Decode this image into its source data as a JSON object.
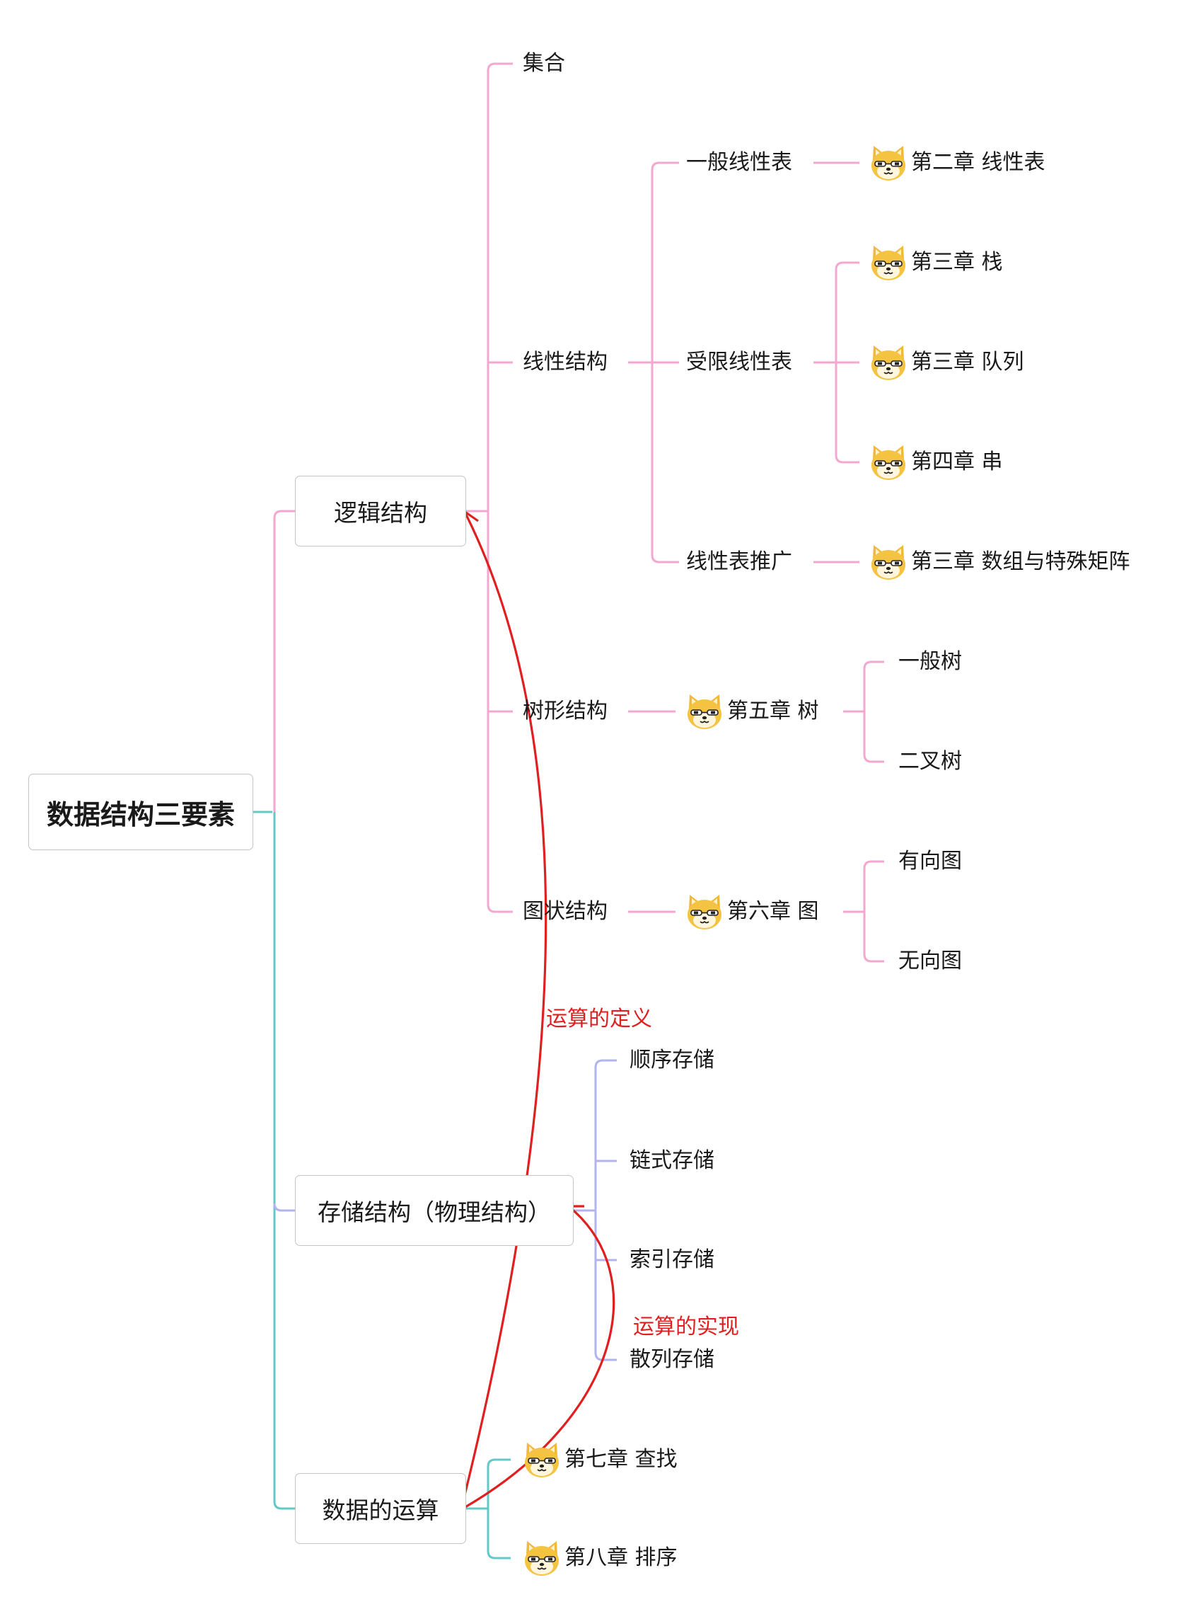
{
  "root": "数据结构三要素",
  "logic": {
    "label": "逻辑结构",
    "children": {
      "set": "集合",
      "linear": {
        "label": "线性结构",
        "general": {
          "label": "一般线性表",
          "chapter": "第二章 线性表"
        },
        "restricted": {
          "label": "受限线性表",
          "chapters": [
            "第三章 栈",
            "第三章 队列",
            "第四章 串"
          ]
        },
        "extended": {
          "label": "线性表推广",
          "chapter": "第三章 数组与特殊矩阵"
        }
      },
      "tree": {
        "label": "树形结构",
        "chapter": "第五章 树",
        "items": [
          "一般树",
          "二叉树"
        ]
      },
      "graph": {
        "label": "图状结构",
        "chapter": "第六章 图",
        "items": [
          "有向图",
          "无向图"
        ]
      }
    }
  },
  "storage": {
    "label": "存储结构（物理结构）",
    "items": [
      "顺序存储",
      "链式存储",
      "索引存储",
      "散列存储"
    ]
  },
  "operation": {
    "label": "数据的运算",
    "chapters": [
      "第七章 查找",
      "第八章 排序"
    ]
  },
  "annotations": {
    "definition": "运算的定义",
    "implementation": "运算的实现"
  },
  "icons": {
    "chapter_marker": "shiba-doge-face-icon"
  },
  "colors": {
    "logic_branch": "#f4a7cf",
    "storage_branch": "#b3b3ef",
    "operation_branch": "#62c8c8",
    "annotation_arrow": "#e02020"
  }
}
